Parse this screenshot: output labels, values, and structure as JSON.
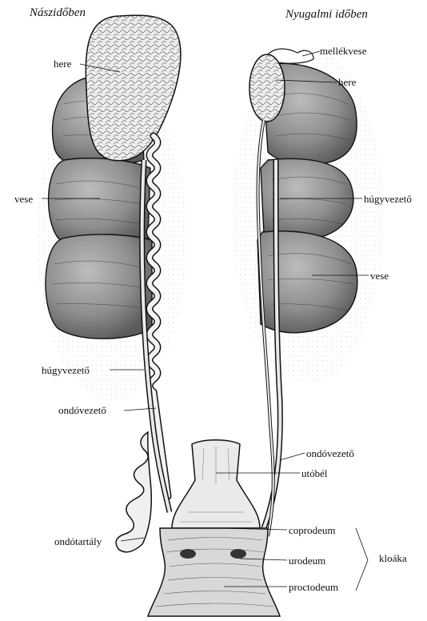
{
  "headings": {
    "left": "Nászidőben",
    "right": "Nyugalmi időben"
  },
  "labels": {
    "left_here": "here",
    "left_vese": "vese",
    "left_hugyvezeto": "húgyvezető",
    "left_ondovezeto": "ondóvezető",
    "ondotartaly": "ondótartály",
    "mellekvese": "mellékvese",
    "right_here": "here",
    "right_hugyvezeto": "húgyvezető",
    "right_vese": "vese",
    "right_ondovezeto": "ondóvezető",
    "utobel": "utóbél",
    "coprodeum": "coprodeum",
    "urodeum": "urodeum",
    "proctodeum": "proctodeum",
    "kloaka": "kloáka"
  },
  "colors": {
    "ink": "#111111",
    "organ_fill": "#8a8a8a",
    "organ_light": "#c8c8c8",
    "testis_fill": "#e6e6e6"
  }
}
